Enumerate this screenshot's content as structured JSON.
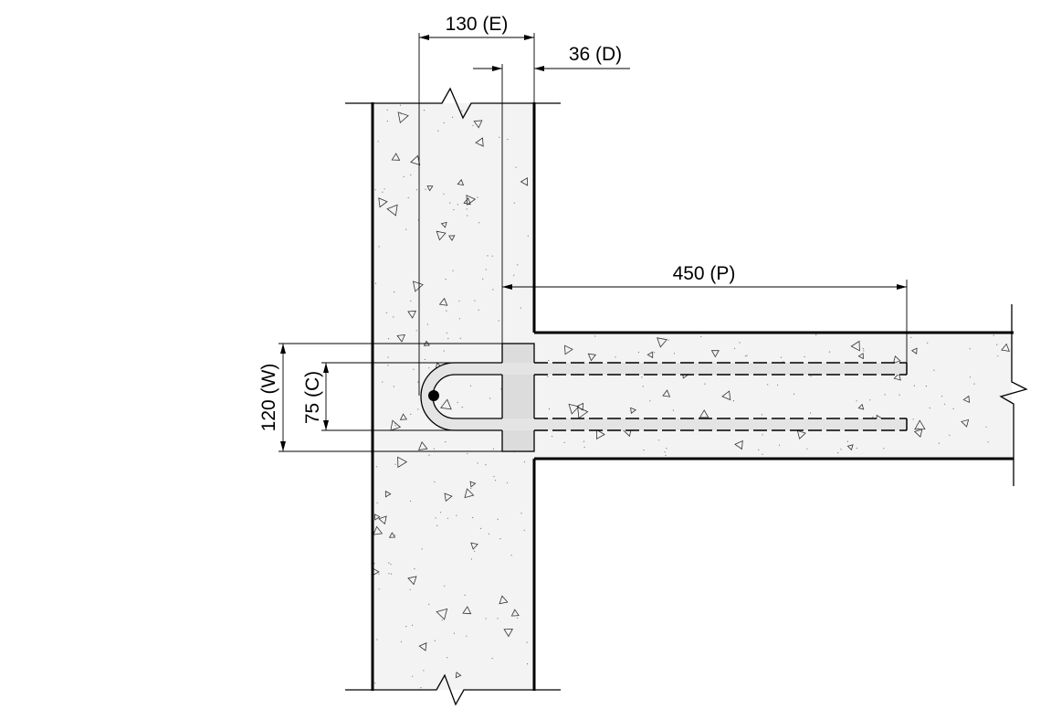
{
  "diagram": {
    "type": "structural-section-detail",
    "dimensions": {
      "E": "130 (E)",
      "D": "36 (D)",
      "P": "450 (P)",
      "W": "120 (W)",
      "C": "75 (C)"
    },
    "colors": {
      "concrete_fill": "#f3f3f3",
      "bar_fill": "#e4e4e4",
      "plate_fill": "#dcdcdc",
      "line": "#000000"
    }
  }
}
